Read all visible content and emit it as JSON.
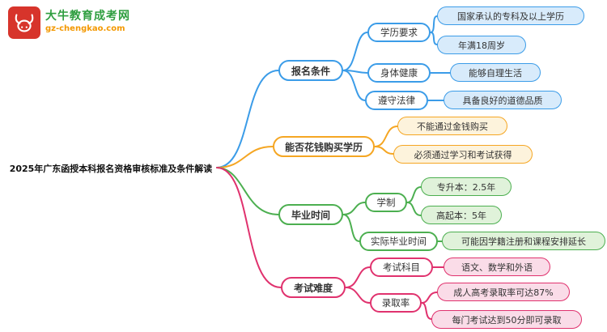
{
  "logo": {
    "site_name": "大牛教育成考网",
    "site_url": "gz-chengkao.com"
  },
  "root": {
    "title": "2025年广东函授本科报名资格审核标准及条件解读"
  },
  "branch1": {
    "label": "报名条件",
    "edu": {
      "label": "学历要求",
      "leaf1": "国家承认的专科及以上学历",
      "leaf2": "年满18周岁"
    },
    "health": {
      "label": "身体健康",
      "leaf": "能够自理生活"
    },
    "law": {
      "label": "遵守法律",
      "leaf": "具备良好的道德品质"
    }
  },
  "branch2": {
    "label": "能否花钱购买学历",
    "leaf1": "不能通过金钱购买",
    "leaf2": "必须通过学习和考试获得"
  },
  "branch3": {
    "label": "毕业时间",
    "system": {
      "label": "学制",
      "leaf1": "专升本：2.5年",
      "leaf2": "高起本：5年"
    },
    "actual": {
      "label": "实际毕业时间",
      "leaf": "可能因学籍注册和课程安排延长"
    }
  },
  "branch4": {
    "label": "考试难度",
    "subjects": {
      "label": "考试科目",
      "leaf": "语文、数学和外语"
    },
    "rate": {
      "label": "录取率",
      "leaf1": "成人高考录取率可达87%",
      "leaf2": "每门考试达到50分即可录取"
    }
  },
  "colors": {
    "blue": "#3B9CE8",
    "blue-bg": "#D8EBFB",
    "orange": "#F5A623",
    "orange-bg": "#FDF3DC",
    "green": "#4CAF50",
    "green-bg": "#E0F2DA",
    "pink": "#E0326E",
    "pink-bg": "#FADCE8",
    "logo-red": "#D7342B",
    "logo-green": "#2E9E3F",
    "logo-orange": "#F39800"
  }
}
